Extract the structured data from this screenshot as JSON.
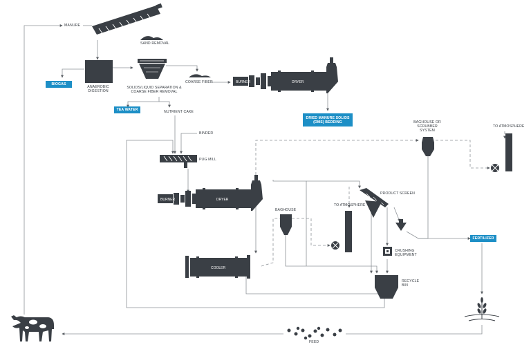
{
  "labels": {
    "manure": "MANURE",
    "sand_removal": "SAND REMOVAL",
    "anaerobic_digestion": "ANAEROBIC DIGESTION",
    "solid_liquid": "SOLIDS/LIQUID SEPARATION & COARSE FIBER REMOVAL",
    "coarse_fiber": "COARSE FIBER",
    "nutrient_cake": "NUTRIENT CAKE",
    "binder": "BINDER",
    "pug_mill": "PUG MILL",
    "baghouse_scrubber": "BAGHOUSE or SCRUBBER SYSTEM",
    "to_atmosphere_1": "TO ATMOSPHERE",
    "to_atmosphere_2": "TO ATMOSPHERE",
    "baghouse": "BAGHOUSE",
    "product_screen": "PRODUCT SCREEN",
    "crushing_equipment": "CRUSHING EQUIPMENT",
    "recycle_bin": "RECYCLE BIN",
    "feed": "FEED"
  },
  "equipment": {
    "burner_1": "BURNER",
    "dryer_1": "DRYER",
    "burner_2": "BURNER",
    "dryer_2": "DRYER",
    "cooler": "COOLER"
  },
  "outputs": {
    "biogas": "BIOGAS",
    "tea_water": "TEA WATER",
    "dried_manure": "DRIED MANURE SOLIDS (DMS) BEDDING",
    "fertilizer": "FERTILIZER"
  },
  "colors": {
    "equipment": "#3a3f45",
    "line": "#8c9196",
    "accent": "#1d8fc6"
  }
}
